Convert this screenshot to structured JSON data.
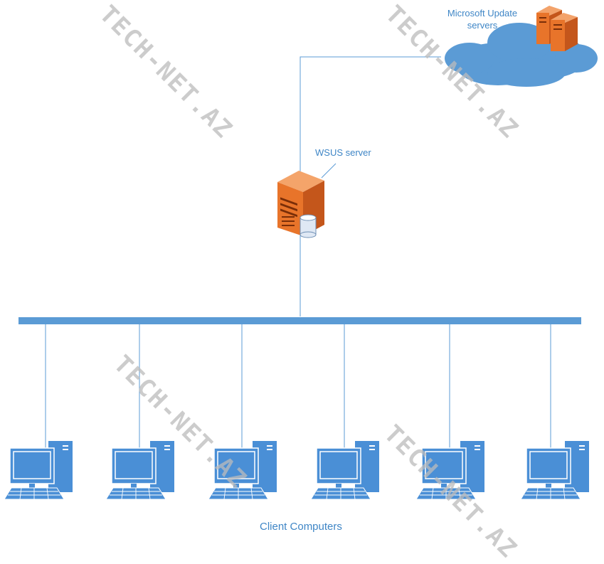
{
  "labels": {
    "cloud": [
      "Microsoft Update",
      "servers"
    ],
    "server": "WSUS server",
    "clients": "Client Computers"
  },
  "watermark": "TECH-NET.AZ",
  "colors": {
    "line": "#5b9bd5",
    "bus": "#5b9bd5",
    "cloud": "#5b9bd5",
    "server_orange": "#e8742a",
    "monitor": "#4a8fd6",
    "label": "#3f86c6"
  },
  "client_count": 6
}
